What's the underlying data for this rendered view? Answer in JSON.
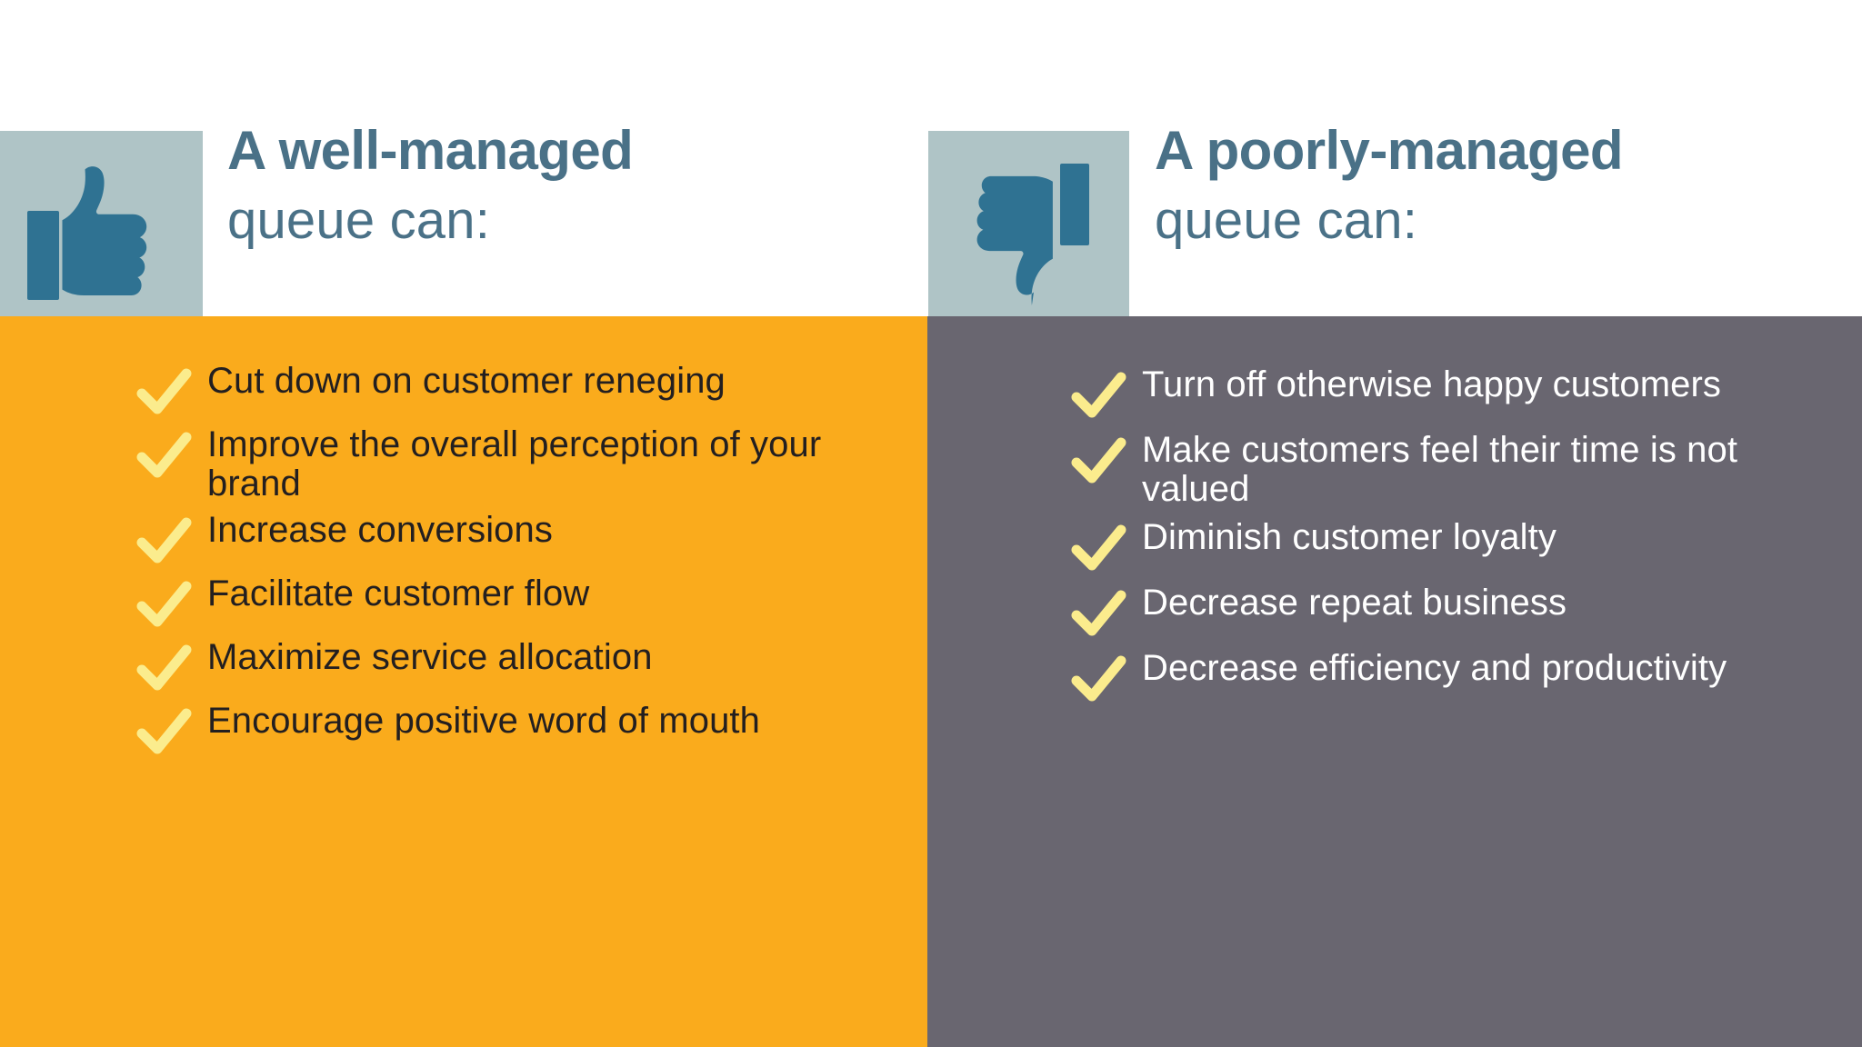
{
  "colors": {
    "positive_panel": "#FAAB1C",
    "negative_panel": "#696670",
    "icon_tile": "#AFC4C6",
    "icon_glyph": "#2F7292",
    "heading": "#4A7187",
    "check": "#FBEC8D",
    "positive_text": "#231F20",
    "negative_text": "#FFFFFF"
  },
  "panels": [
    {
      "id": "well-managed",
      "icon": "thumbs-up-icon",
      "heading": {
        "line1": "A well-managed",
        "line2": "queue can:"
      },
      "items": [
        "Cut down on customer reneging",
        "Improve the overall perception of your brand",
        "Increase conversions",
        "Facilitate customer flow",
        "Maximize service allocation",
        "Encourage positive word of mouth"
      ]
    },
    {
      "id": "poorly-managed",
      "icon": "thumbs-down-icon",
      "heading": {
        "line1": "A poorly-managed",
        "line2": "queue can:"
      },
      "items": [
        "Turn off otherwise happy customers",
        "Make customers feel their time is not valued",
        "Diminish customer loyalty",
        "Decrease repeat business",
        "Decrease efficiency and productivity"
      ]
    }
  ]
}
